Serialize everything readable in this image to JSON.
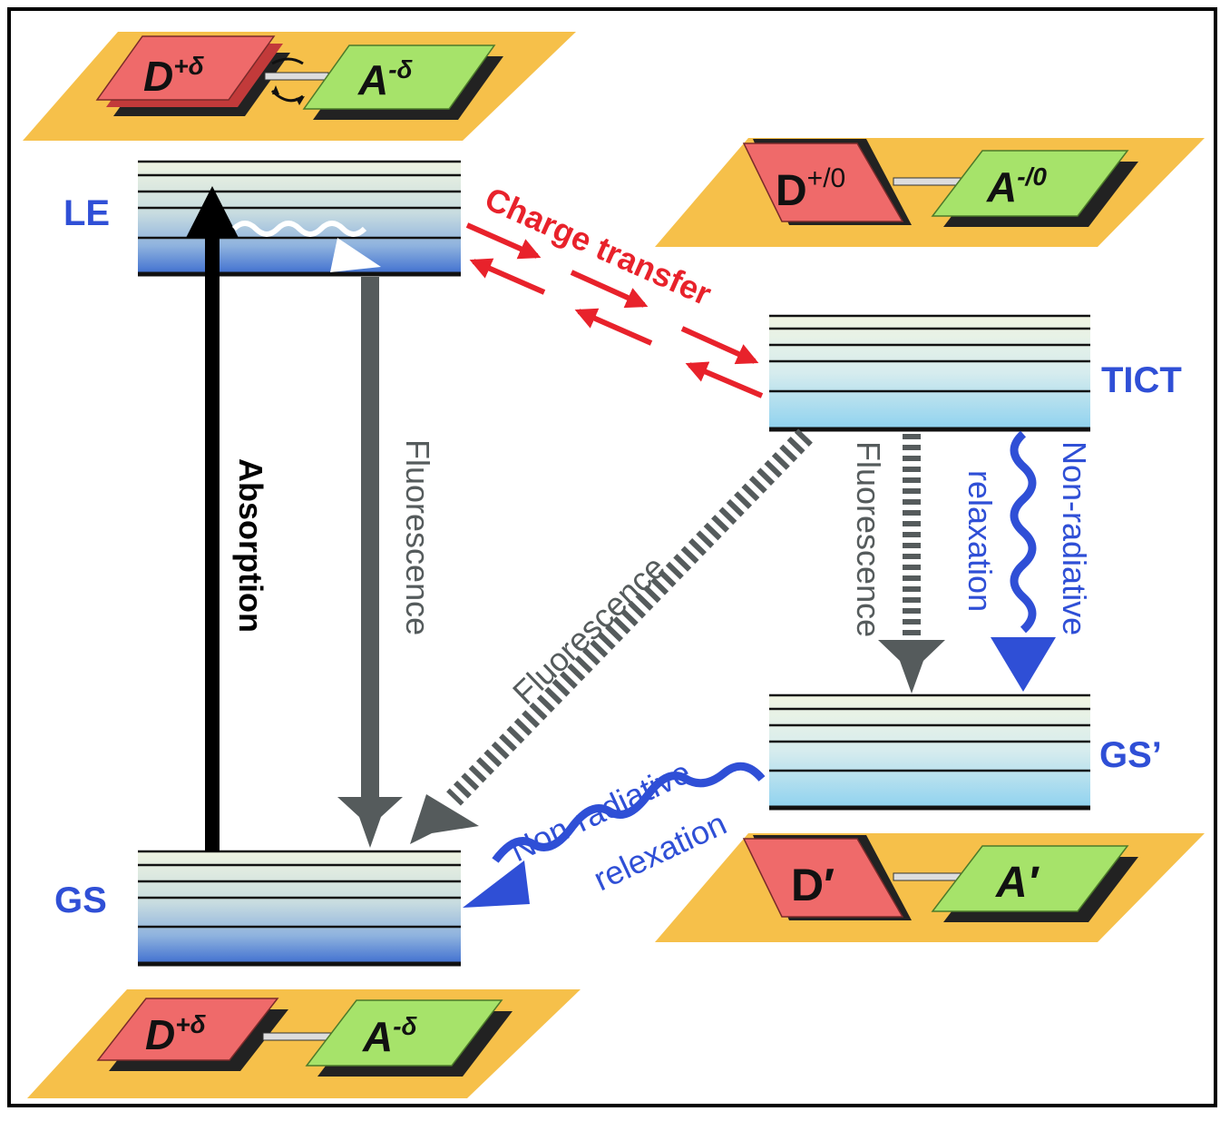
{
  "colors": {
    "state_label": "#2f4fd6",
    "charge_transfer": "#e8222b",
    "non_radiative": "#2f4fd6",
    "fluorescence": "#555b5c",
    "absorption": "#000000",
    "donor": "#ef6a6a",
    "acceptor": "#a6e36a",
    "plane": "#f6c04a"
  },
  "states": {
    "le": "LE",
    "tict": "TICT",
    "gs_prime": "GS’",
    "gs": "GS"
  },
  "processes": {
    "charge_transfer": "Charge transfer",
    "absorption": "Absorption",
    "fluorescence_le": "Fluorescence",
    "fluorescence_tict_diag": "Fluorescence",
    "fluorescence_tict_vert": "Fluorescence",
    "nonrad_tict_line1": "Non-radiative",
    "nonrad_tict_line2": "relaxation",
    "nonrad_gsp_line1": "Non-radiative",
    "nonrad_gsp_line2": "relexation"
  },
  "molecules": {
    "le": {
      "donor_base": "D",
      "donor_sup": "+δ",
      "acceptor_base": "A",
      "acceptor_sup": "-δ"
    },
    "tict": {
      "donor_base": "D",
      "donor_sup": "+/0",
      "acceptor_base": "A",
      "acceptor_sup": "-/0"
    },
    "gs_prime": {
      "donor_base": "D′",
      "acceptor_base": "A′"
    },
    "gs": {
      "donor_base": "D",
      "donor_sup": "+δ",
      "acceptor_base": "A",
      "acceptor_sup": "-δ"
    }
  }
}
